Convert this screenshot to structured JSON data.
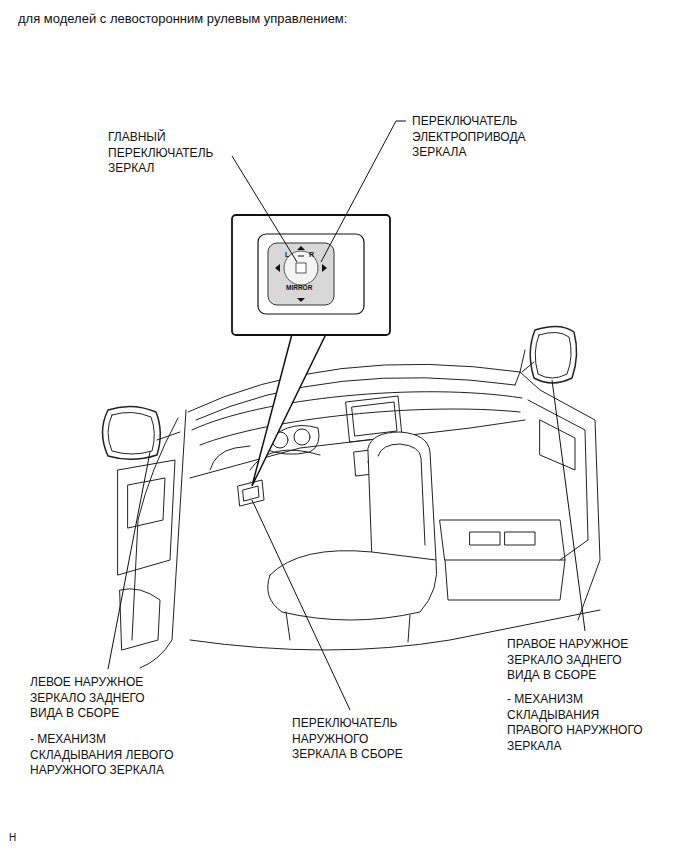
{
  "diagram": {
    "title": "для моделей с левосторонним рулевым управлением:",
    "labels": [
      "ГЛАВНЫЙ ПЕРЕКЛЮЧАТЕЛЬ ЗЕРКАЛ",
      "ПЕРЕКЛЮЧАТЕЛЬ ЭЛЕКТРОПРИВОДА ЗЕРКАЛА",
      "L",
      "R",
      "MIRROR",
      "ЛЕВОЕ НАРУЖНОЕ ЗЕРКАЛО ЗАДНЕГО ВИДА В СБОРЕ",
      "- МЕХАНИЗМ СКЛАДЫВАНИЯ ЛЕВОГО НАРУЖНОГО ЗЕРКАЛА",
      "ПЕРЕКЛЮЧАТЕЛЬ НАРУЖНОГО ЗЕРКАЛА В СБОРЕ",
      "ПРАВОЕ НАРУЖНОЕ ЗЕРКАЛО ЗАДНЕГО ВИДА В СБОРЕ",
      "- МЕХАНИЗМ СКЛАДЫВАНИЯ ПРАВОГО НАРУЖНОГО ЗЕРКАЛА",
      "H"
    ]
  }
}
